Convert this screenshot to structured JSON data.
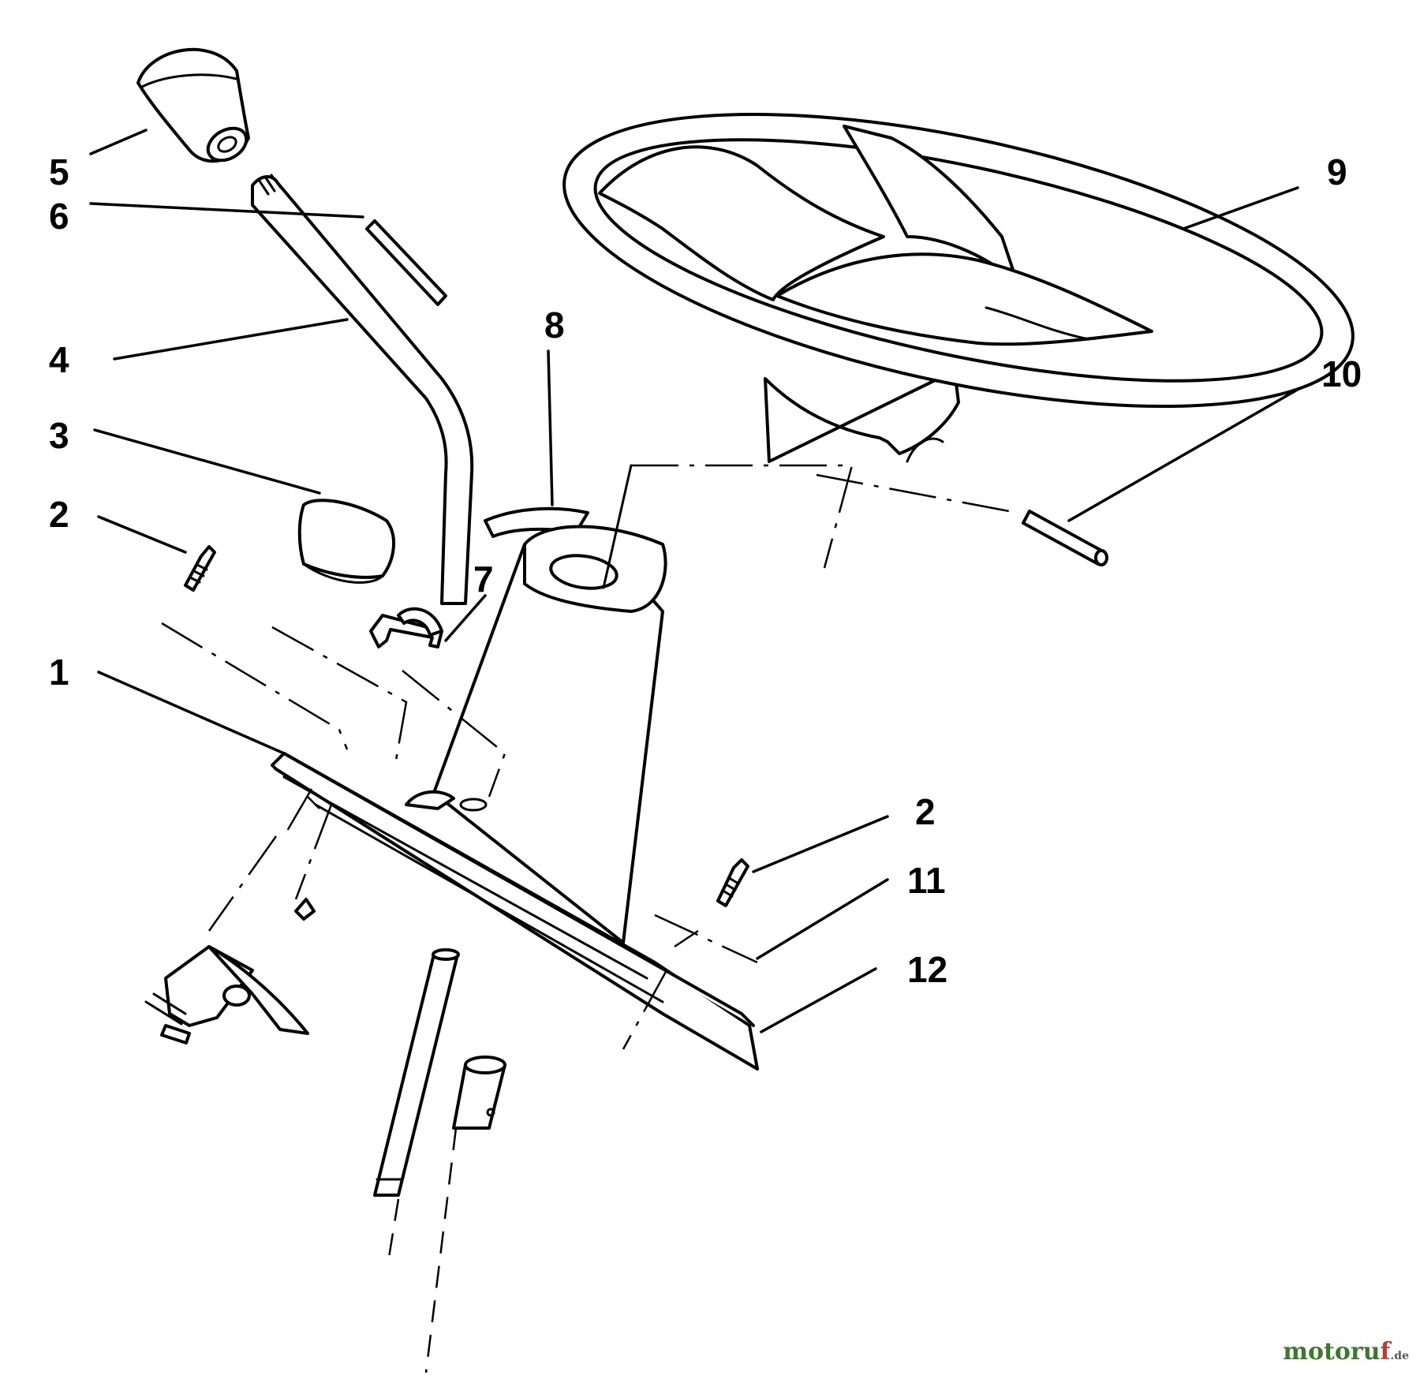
{
  "callouts": {
    "c1": "1",
    "c2a": "2",
    "c2b": "2",
    "c3": "3",
    "c4": "4",
    "c5": "5",
    "c6": "6",
    "c7": "7",
    "c8": "8",
    "c9": "9",
    "c10": "10",
    "c11": "11",
    "c12": "12"
  },
  "watermark": {
    "brand_main": "motoru",
    "brand_accent": "f",
    "brand_suffix": ".de"
  }
}
